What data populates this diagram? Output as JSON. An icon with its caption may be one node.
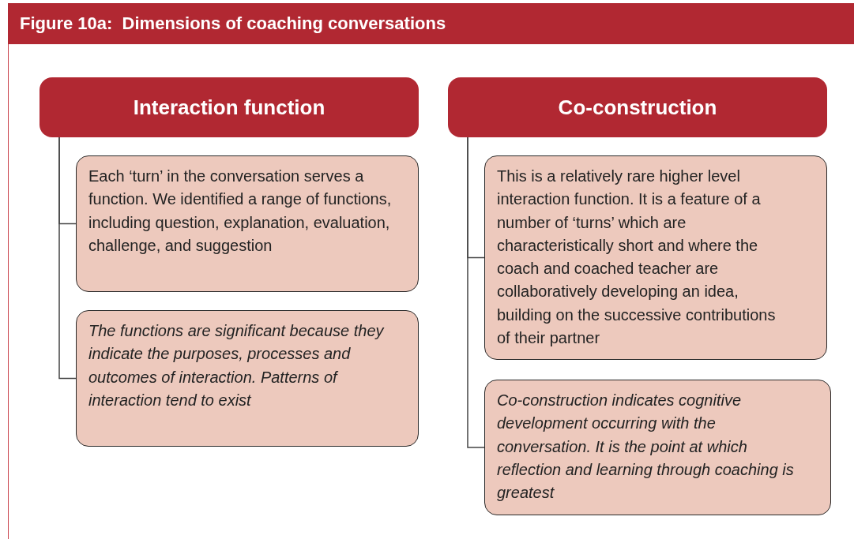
{
  "diagram": {
    "title": "Figure 10a:  Dimensions of coaching conversations",
    "nodes": [
      {
        "text": [
          "Interaction function"
        ]
      },
      {
        "text": [
          "Each ‘turn’ in the conversation serves a function. We identified a range of functions, including question, explanation, evaluation, challenge, and suggestion"
        ]
      },
      {
        "text": [
          "The functions are significant because they indicate the purposes, processes and outcomes of interaction. Patterns of interaction tend to exist"
        ]
      },
      {
        "text": [
          "Co-construction"
        ]
      },
      {
        "text": [
          "This is a relatively rare higher level interaction function. It is a feature of a number of ‘turns’ which are characteristically short and where the coach and coached teacher are collaboratively developing an idea, building on the successive contributions of their partner"
        ]
      },
      {
        "text": [
          "Co-construction indicates cognitive development occurring with the conversation. It is the point at which reflection and learning through coaching is greatest"
        ]
      }
    ],
    "edges": [
      {
        "from": 0,
        "to": 1,
        "arrow": "none"
      },
      {
        "from": 0,
        "to": 2,
        "arrow": "none"
      },
      {
        "from": 3,
        "to": 4,
        "arrow": "none"
      },
      {
        "from": 3,
        "to": 5,
        "arrow": "none"
      }
    ]
  }
}
